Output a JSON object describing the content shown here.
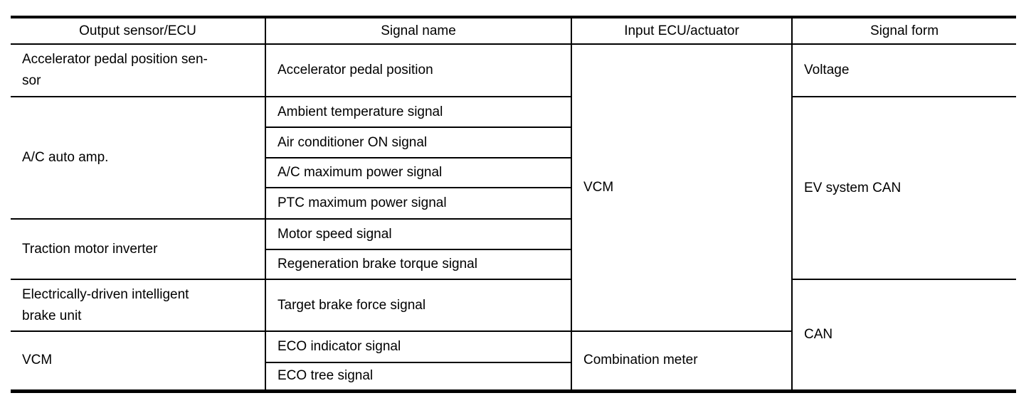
{
  "table": {
    "columns": [
      "Output sensor/ECU",
      "Signal name",
      "Input ECU/actuator",
      "Signal form"
    ],
    "cells": {
      "output_accelerator_sensor": "Accelerator pedal position sen-\nsor",
      "output_ac_auto_amp": "A/C auto amp.",
      "output_traction_motor_inverter": "Traction motor inverter",
      "output_brake_unit": "Electrically-driven intelligent\nbrake unit",
      "output_vcm": "VCM",
      "signal_accelerator_pedal_position": "Accelerator pedal position",
      "signal_ambient_temperature": "Ambient temperature signal",
      "signal_air_conditioner_on": "Air conditioner ON signal",
      "signal_ac_maximum_power": "A/C maximum power signal",
      "signal_ptc_maximum_power": "PTC maximum power signal",
      "signal_motor_speed": "Motor speed signal",
      "signal_regeneration_brake_torque": "Regeneration brake torque signal",
      "signal_target_brake_force": "Target brake force signal",
      "signal_eco_indicator": "ECO indicator signal",
      "signal_eco_tree": "ECO tree signal",
      "input_vcm": "VCM",
      "input_combination_meter": "Combination meter",
      "form_voltage": "Voltage",
      "form_ev_system_can": "EV system CAN",
      "form_can": "CAN"
    },
    "colors": {
      "border": "#000000",
      "text": "#000000",
      "background": "#ffffff"
    }
  }
}
